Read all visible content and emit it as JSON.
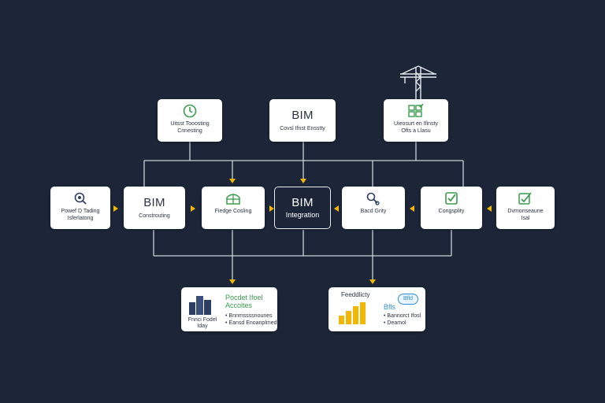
{
  "top_row": [
    {
      "id": "top-left",
      "lines": [
        "Uitsst Tooosting",
        "Cnnesting"
      ],
      "icon": "clock-icon"
    },
    {
      "id": "top-center",
      "title": "BIM",
      "subtitle": "Covsl Ifnst Ensstty"
    },
    {
      "id": "top-right",
      "lines": [
        "Uieosurt en Ifinsty",
        "Ofts a Llasu"
      ],
      "icon": "checklist-grid-icon"
    }
  ],
  "middle_row": [
    {
      "id": "mid-1",
      "lines": [
        "Powef D Tading",
        "Isferlatong"
      ],
      "icon": "magnifier-icon"
    },
    {
      "id": "mid-2",
      "title": "BIM",
      "subtitle": "Constrouting"
    },
    {
      "id": "mid-3",
      "lines": [
        "Fiedge Cosling"
      ],
      "icon": "greenhouse-icon"
    },
    {
      "id": "mid-4",
      "title": "BIM",
      "subtitle": "Integration",
      "dark": true
    },
    {
      "id": "mid-5",
      "lines": [
        "Bacd Grity"
      ],
      "icon": "search-tool-icon"
    },
    {
      "id": "mid-6",
      "lines": [
        "Congsplity"
      ],
      "icon": "checkbox-icon"
    },
    {
      "id": "mid-7",
      "lines": [
        "Dvmonseaune",
        "Isal"
      ],
      "icon": "edit-check-icon"
    }
  ],
  "bottom_left": {
    "caption": [
      "Fnnci Fodel",
      "Iday"
    ],
    "title": [
      "Pocdet Ifoel",
      "Accoltes"
    ],
    "bullets": [
      "• Bnnmssssnounes",
      "• Eansd Enoanplmed"
    ],
    "icon": "building-icon"
  },
  "bottom_right": {
    "title": "Feeddlicty",
    "badge": "Bfld",
    "chart_label": "Bfls",
    "bullets": [
      "• Bannorct Ifosl",
      "• Deamol"
    ],
    "icon": "bar-chart-icon"
  },
  "crane": {
    "icon": "crane-icon"
  },
  "colors": {
    "background": "#1c2638",
    "connector": "#c9d0db",
    "arrow": "#f2b705",
    "icon_green": "#3b9b4f",
    "icon_navy": "#2c3e63",
    "bar_yellow": "#f2b705",
    "badge_blue": "#2f8fdc"
  }
}
